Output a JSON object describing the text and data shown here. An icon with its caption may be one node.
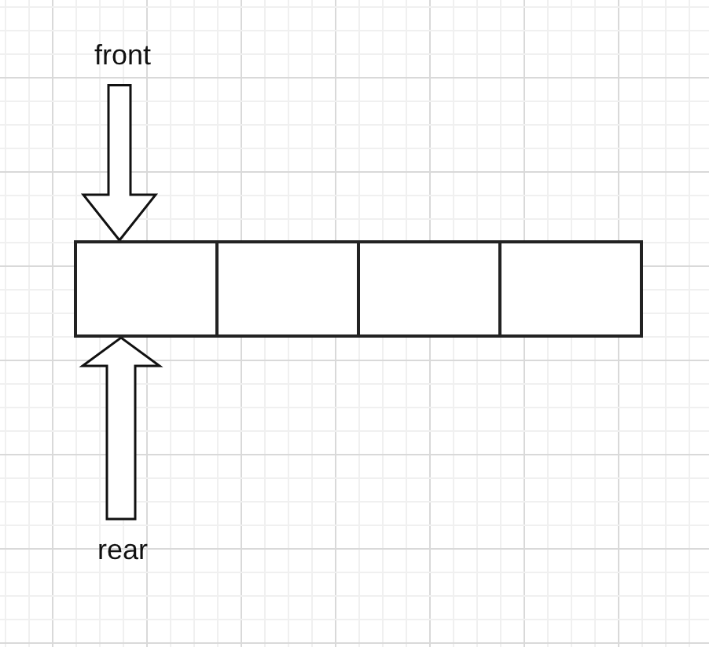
{
  "diagram": {
    "nodes": [
      {
        "text": [
          "front"
        ]
      },
      {
        "text": [],
        "shape": "box"
      },
      {
        "text": [],
        "shape": "box"
      },
      {
        "text": [],
        "shape": "box"
      },
      {
        "text": [],
        "shape": "box"
      },
      {
        "text": [
          "rear"
        ]
      }
    ],
    "edges": [
      {
        "from": 0,
        "to": 1,
        "arrow": "to"
      },
      {
        "from": 5,
        "to": 1,
        "arrow": "to"
      }
    ]
  }
}
